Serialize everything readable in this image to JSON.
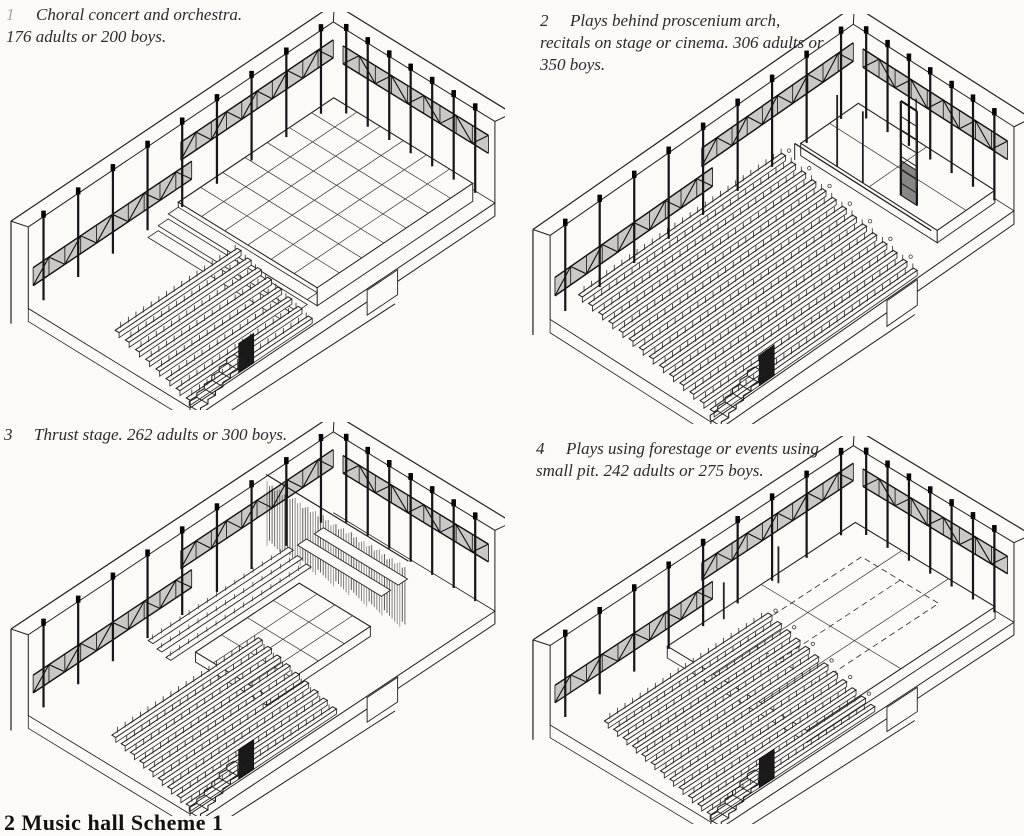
{
  "page": {
    "colors": {
      "background": "#fbfaf7",
      "ink": "#1f1f1f"
    }
  },
  "figure": {
    "panels": [
      {
        "number": "1",
        "scheme": "choral-concert",
        "lines": [
          "Choral concert and orchestra.",
          "176 adults or 200 boys."
        ]
      },
      {
        "number": "2",
        "scheme": "proscenium",
        "lines": [
          "Plays behind proscenium arch,",
          "recitals on stage or cinema. 306 adults or",
          "350 boys."
        ]
      },
      {
        "number": "3",
        "scheme": "thrust-stage",
        "lines": [
          "Thrust stage. 262 adults or 300 boys."
        ]
      },
      {
        "number": "4",
        "scheme": "forestage",
        "lines": [
          "Plays using forestage or events using",
          "small pit. 242 adults or 275 boys."
        ]
      }
    ],
    "footer_caption": "2 Music hall Scheme 1"
  }
}
